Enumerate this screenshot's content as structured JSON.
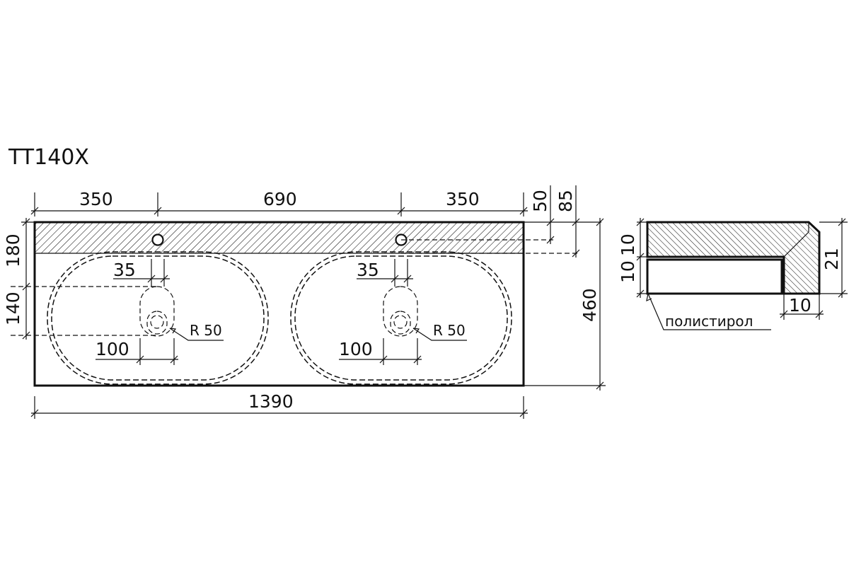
{
  "title": "TT140X",
  "dimensions": {
    "top_left": "350",
    "top_mid": "690",
    "top_right": "350",
    "right_50": "50",
    "right_85": "85",
    "left_180": "180",
    "left_140": "140",
    "hole_35_left": "35",
    "hole_35_right": "35",
    "radius_left": "R 50",
    "radius_right": "R 50",
    "drain_100_left": "100",
    "drain_100_right": "100",
    "overall_width": "1390",
    "overall_depth": "460"
  },
  "section": {
    "dim_top": "10",
    "dim_lower": "10",
    "dim_height": "21",
    "dim_bottom": "10",
    "material_label": "полистирол"
  },
  "colors": {
    "line": "#111111",
    "background": "#ffffff"
  }
}
